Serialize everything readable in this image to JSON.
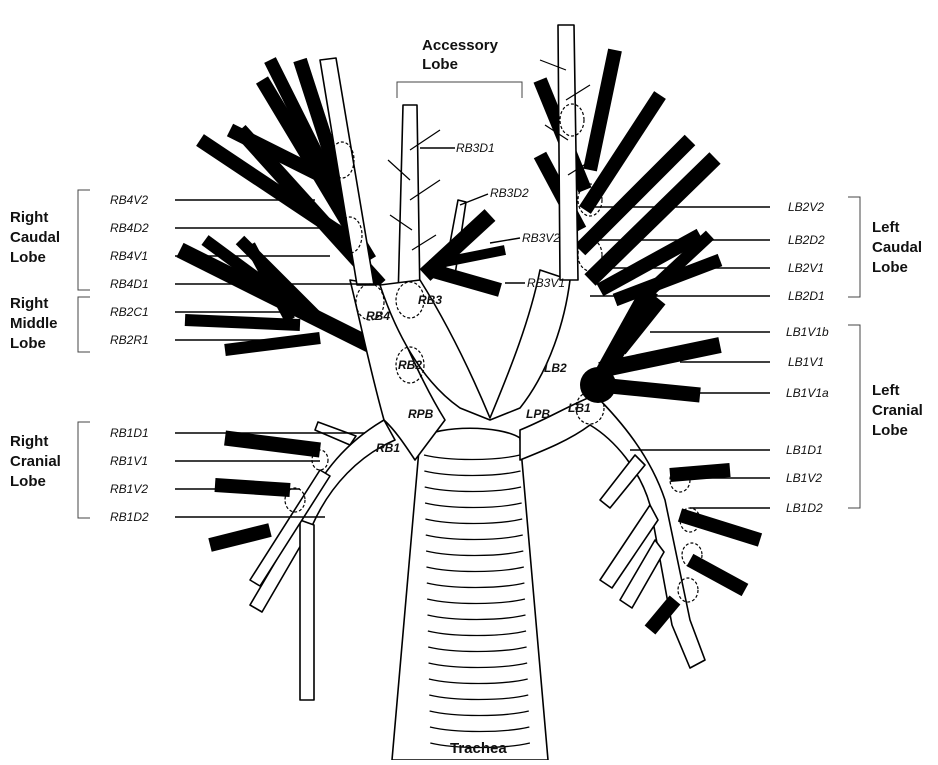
{
  "lobes": {
    "accessory": [
      "Accessory",
      "Lobe"
    ],
    "right_caudal": [
      "Right",
      "Caudal",
      "Lobe"
    ],
    "right_middle": [
      "Right",
      "Middle",
      "Lobe"
    ],
    "right_cranial": [
      "Right",
      "Cranial",
      "Lobe"
    ],
    "left_caudal": [
      "Left",
      "Caudal",
      "Lobe"
    ],
    "left_cranial": [
      "Left",
      "Cranial",
      "Lobe"
    ]
  },
  "labels_right": [
    "RB4V2",
    "RB4D2",
    "RB4V1",
    "RB4D1",
    "RB2C1",
    "RB2R1",
    "RB1D1",
    "RB1V1",
    "RB1V2",
    "RB1D2"
  ],
  "labels_left": [
    "LB2V2",
    "LB2D2",
    "LB2V1",
    "LB2D1",
    "LB1V1b",
    "LB1V1",
    "LB1V1a",
    "LB1D1",
    "LB1V2",
    "LB1D2"
  ],
  "labels_accessory": [
    "RB3D1",
    "RB3D2",
    "RB3V2",
    "RB3V1"
  ],
  "codes": [
    "RB4",
    "RB3",
    "RB2",
    "RB1",
    "RPB",
    "LPB",
    "LB2",
    "LB1"
  ],
  "trachea": "Trachea"
}
